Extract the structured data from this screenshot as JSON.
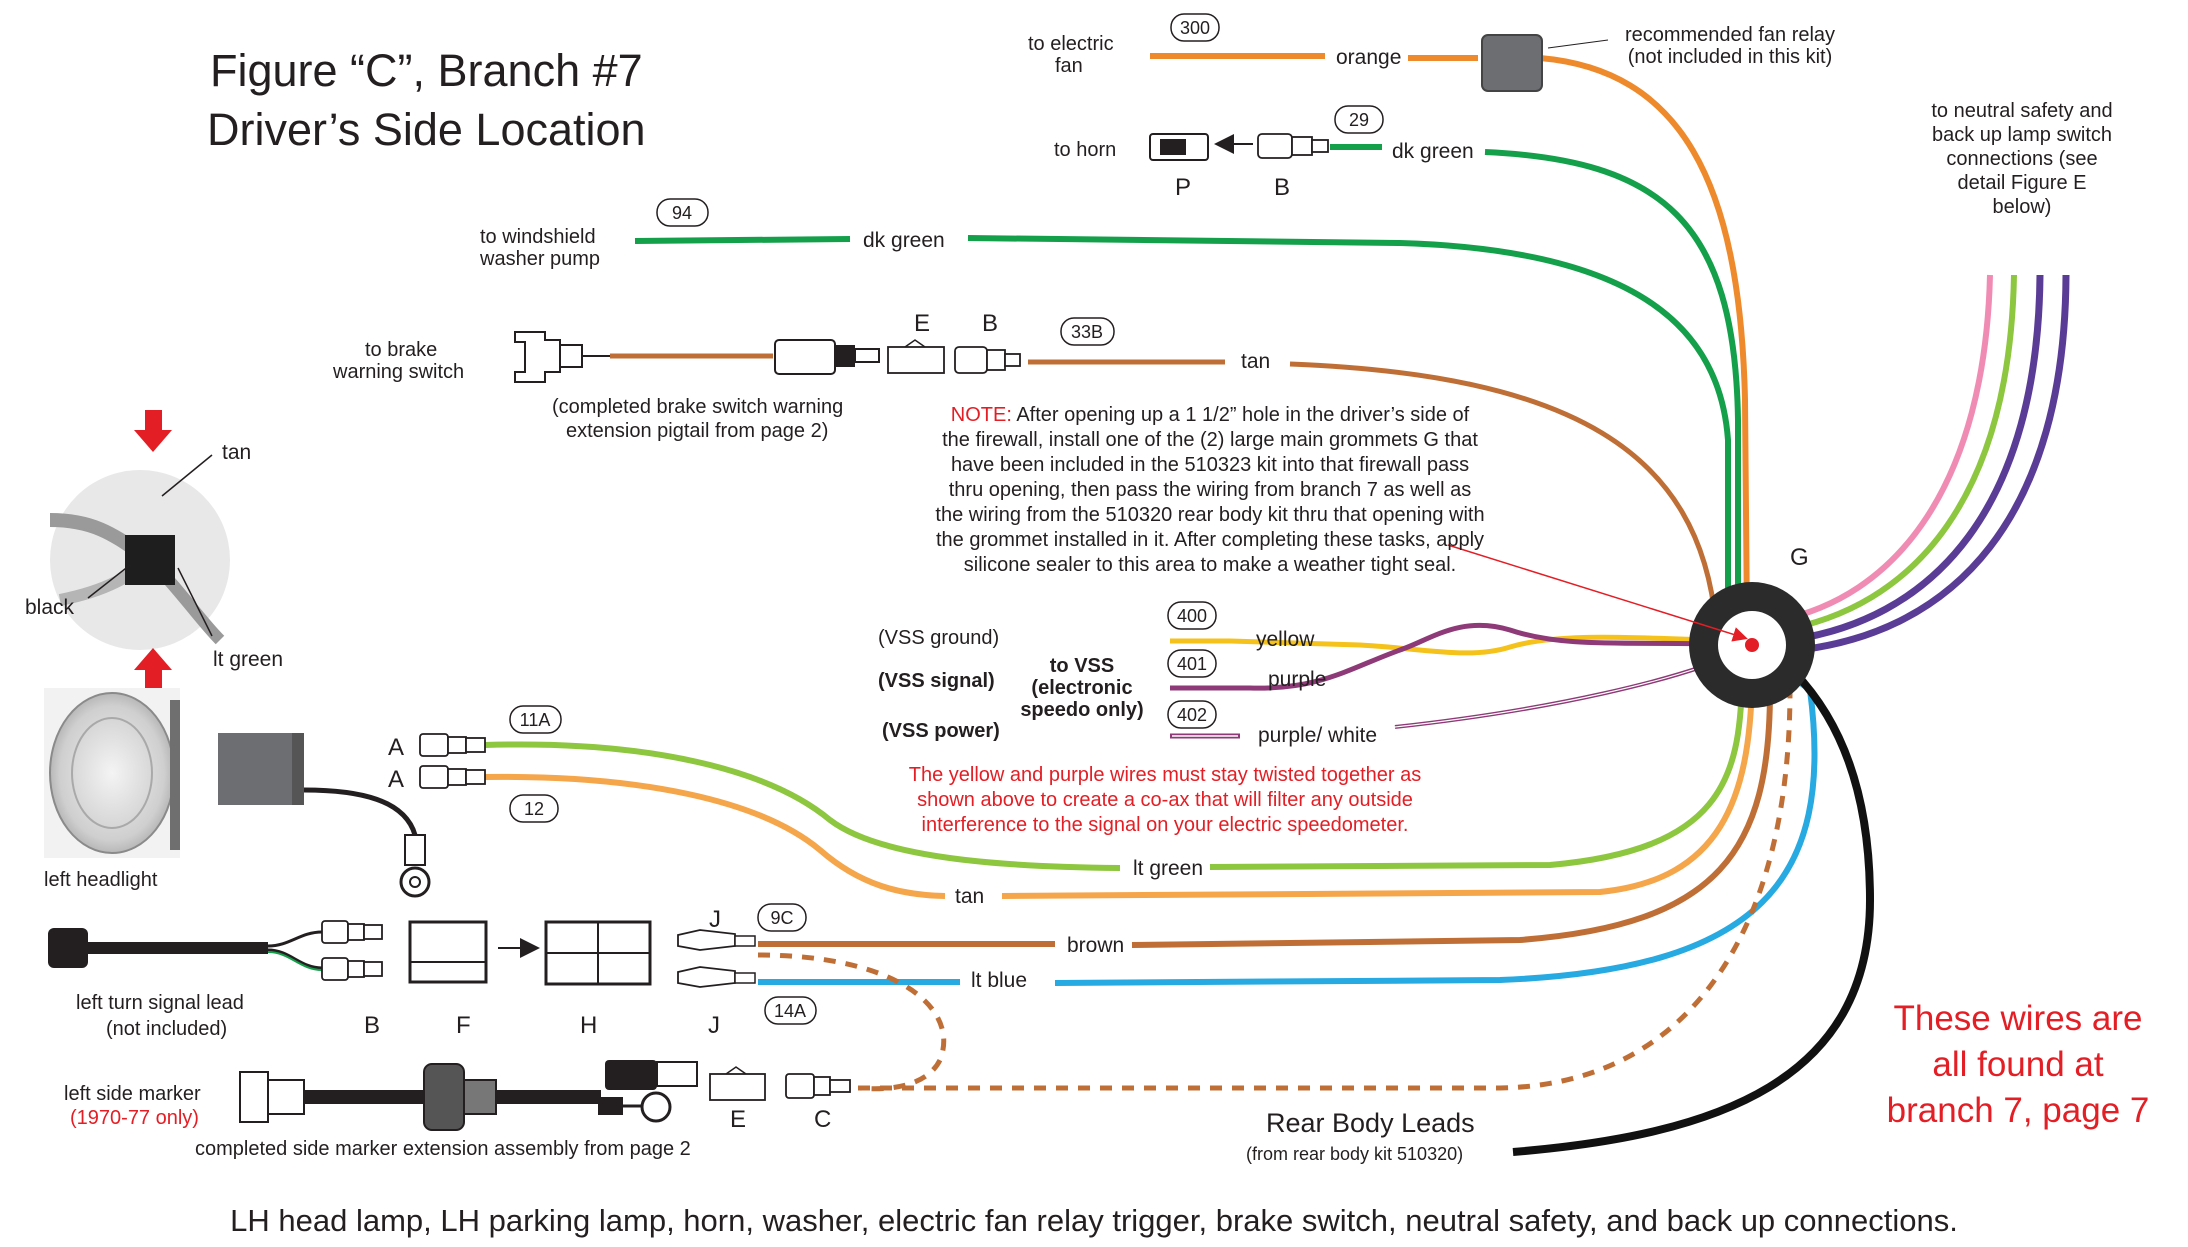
{
  "title": {
    "line1": "Figure “C”, Branch #7",
    "line2": "Driver’s Side Location"
  },
  "caption": "LH head lamp, LH parking lamp, horn, washer, electric fan relay trigger, brake switch, neutral safety, and back up connections.",
  "wires": {
    "fan": {
      "number": "300",
      "destination": [
        "to electric",
        "fan"
      ],
      "color_label": "orange",
      "color": "#ee8a2b"
    },
    "relay": {
      "label": [
        "recommended fan relay",
        "(not included in this kit)"
      ]
    },
    "horn": {
      "number": "29",
      "destination": "to horn",
      "color_label": "dk green",
      "connector_left": "P",
      "connector_right": "B",
      "color": "#14a04a"
    },
    "washer": {
      "number": "94",
      "destination": [
        "to windshield",
        "washer pump"
      ],
      "color_label": "dk green",
      "color": "#14a04a"
    },
    "brake": {
      "number": "33B",
      "destination": [
        "to brake",
        "warning switch"
      ],
      "color_label": "tan",
      "connector_left": "E",
      "connector_right": "B",
      "pigtail_note": [
        "(completed brake switch warning",
        "extension pigtail from page 2)"
      ],
      "color": "#bf6f35"
    },
    "neutral": {
      "label": [
        "to neutral safety and",
        "back up lamp switch",
        "connections (see",
        "detail Figure E",
        "below)"
      ],
      "colors": [
        "#f08cb4",
        "#8dc63f",
        "#5a3c96",
        "#5a3c96"
      ]
    },
    "vss_ground": {
      "number": "400",
      "label": "(VSS ground)",
      "color_label": "yellow",
      "color": "#f4c21b"
    },
    "vss_signal": {
      "number": "401",
      "label": "(VSS signal)",
      "color_label": "purple",
      "color": "#8e3a78"
    },
    "vss_power": {
      "number": "402",
      "label": "(VSS power)",
      "color_label": "purple/ white",
      "color": "#8e3a78"
    },
    "vss_dest": [
      "to VSS",
      "(electronic",
      "speedo only)"
    ],
    "lt_green": {
      "number": "11A",
      "connector": "A",
      "color_label": "lt green",
      "color": "#8dc63f"
    },
    "tan": {
      "number": "12",
      "connector": "A",
      "color_label": "tan",
      "color": "#f5a54a"
    },
    "brown": {
      "number": "9C",
      "connector": "J",
      "color_label": "brown",
      "color": "#bf6f35"
    },
    "lt_blue": {
      "number": "14A",
      "connector": "J",
      "color_label": "lt blue",
      "color": "#27a9e1"
    },
    "rear": {
      "label": "Rear Body Leads",
      "sublabel": "(from rear body kit 510320)"
    }
  },
  "grommet": {
    "label": "G"
  },
  "note": {
    "prefix": "NOTE:",
    "lines": [
      " After opening up a 1 1/2” hole in the driver’s side of",
      "the firewall, install one of the (2) large main grommets G that",
      "have been included in the 510323 kit into that firewall pass",
      "thru opening, then pass the wiring from branch 7 as well as",
      "the wiring from the 510320 rear body kit thru that opening with",
      "the grommet installed in it. After completing these tasks, apply",
      "silicone sealer to this area to make a weather tight seal."
    ]
  },
  "twist_note": [
    "The yellow and purple wires must stay twisted together as",
    "shown above to create a co-ax that will filter any outside",
    "interference to the signal on your electric speedometer."
  ],
  "headlight": {
    "callouts": {
      "tan": "tan",
      "black": "black",
      "lt_green": "lt green"
    },
    "label": "left headlight"
  },
  "turn_signal": {
    "label": [
      "left turn signal lead",
      "(not included)"
    ],
    "connectors": {
      "b": "B",
      "f": "F",
      "h": "H",
      "j": "J"
    }
  },
  "side_marker": {
    "label": "left side marker",
    "years": "(1970-77 only)",
    "assembly": "completed side marker extension assembly from page 2",
    "connectors": {
      "e": "E",
      "c": "C"
    }
  },
  "branch_note": [
    "These wires are",
    "all found at",
    "branch 7, page 7"
  ],
  "colors": {
    "red": "#e31e24",
    "arrow": "#e31e24",
    "black": "#111111"
  }
}
